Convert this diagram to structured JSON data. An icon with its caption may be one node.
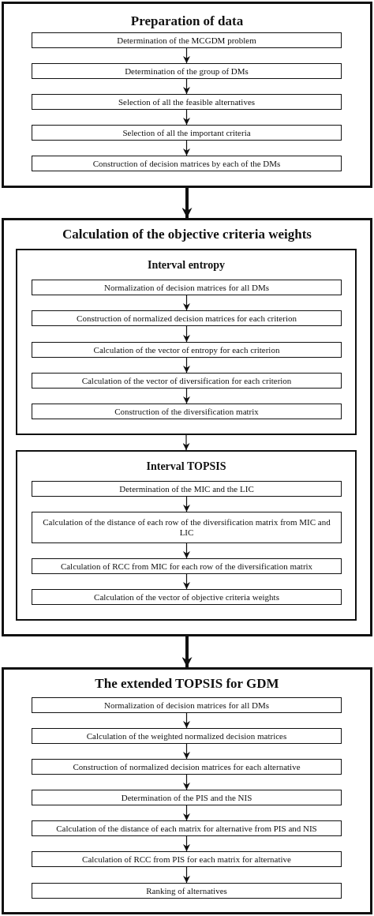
{
  "diagram": {
    "nodes": [
      {
        "text": [
          "Preparation of data"
        ]
      },
      {
        "text": [
          "Determination of the MCGDM problem"
        ],
        "in": 0
      },
      {
        "text": [
          "Determination of the group of DMs"
        ],
        "in": 0
      },
      {
        "text": [
          "Selection of all the feasible alternatives"
        ],
        "in": 0
      },
      {
        "text": [
          "Selection of all the important criteria"
        ],
        "in": 0
      },
      {
        "text": [
          "Construction of decision matrices by each of the DMs"
        ],
        "in": 0
      },
      {
        "text": [
          "Calculation of the objective criteria weights"
        ]
      },
      {
        "text": [
          "Interval entropy"
        ],
        "in": 6
      },
      {
        "text": [
          "Normalization of decision matrices for all DMs"
        ],
        "in": 7
      },
      {
        "text": [
          "Construction of normalized decision matrices for each criterion"
        ],
        "in": 7
      },
      {
        "text": [
          "Calculation of the vector of entropy for each criterion"
        ],
        "in": 7
      },
      {
        "text": [
          "Calculation of the vector of diversification for each criterion"
        ],
        "in": 7
      },
      {
        "text": [
          "Construction of the diversification matrix"
        ],
        "in": 7
      },
      {
        "text": [
          "Interval TOPSIS"
        ],
        "in": 6
      },
      {
        "text": [
          "Determination of the MIC and the LIC"
        ],
        "in": 13
      },
      {
        "text": [
          "Calculation of the distance of each row of the diversification matrix from MIC and LIC"
        ],
        "in": 13
      },
      {
        "text": [
          "Calculation of RCC from MIC for each row of the diversification matrix"
        ],
        "in": 13
      },
      {
        "text": [
          "Calculation of the vector of objective criteria weights"
        ],
        "in": 13
      },
      {
        "text": [
          "The extended TOPSIS for GDM"
        ]
      },
      {
        "text": [
          "Normalization of decision matrices for all DMs"
        ],
        "in": 18
      },
      {
        "text": [
          "Calculation of the weighted normalized decision matrices"
        ],
        "in": 18
      },
      {
        "text": [
          "Construction of normalized decision matrices for each alternative"
        ],
        "in": 18
      },
      {
        "text": [
          "Determination of the PIS and the NIS"
        ],
        "in": 18
      },
      {
        "text": [
          "Calculation of the distance of each matrix for alternative from PIS and NIS"
        ],
        "in": 18
      },
      {
        "text": [
          "Calculation of RCC from PIS for each matrix for alternative"
        ],
        "in": 18
      },
      {
        "text": [
          "Ranking of alternatives"
        ],
        "in": 18
      }
    ],
    "edges": [
      {
        "from": 1,
        "to": 2,
        "arrow": "to"
      },
      {
        "from": 2,
        "to": 3,
        "arrow": "to"
      },
      {
        "from": 3,
        "to": 4,
        "arrow": "to"
      },
      {
        "from": 4,
        "to": 5,
        "arrow": "to"
      },
      {
        "from": 0,
        "to": 6,
        "arrow": "to",
        "style": "thick"
      },
      {
        "from": 8,
        "to": 9,
        "arrow": "to"
      },
      {
        "from": 9,
        "to": 10,
        "arrow": "to"
      },
      {
        "from": 10,
        "to": 11,
        "arrow": "to"
      },
      {
        "from": 11,
        "to": 12,
        "arrow": "to"
      },
      {
        "from": 7,
        "to": 13,
        "arrow": "to"
      },
      {
        "from": 14,
        "to": 15,
        "arrow": "to"
      },
      {
        "from": 15,
        "to": 16,
        "arrow": "to"
      },
      {
        "from": 16,
        "to": 17,
        "arrow": "to"
      },
      {
        "from": 6,
        "to": 18,
        "arrow": "to",
        "style": "thick"
      },
      {
        "from": 19,
        "to": 20,
        "arrow": "to"
      },
      {
        "from": 20,
        "to": 21,
        "arrow": "to"
      },
      {
        "from": 21,
        "to": 22,
        "arrow": "to"
      },
      {
        "from": 22,
        "to": 23,
        "arrow": "to"
      },
      {
        "from": 23,
        "to": 24,
        "arrow": "to"
      },
      {
        "from": 24,
        "to": 25,
        "arrow": "to"
      }
    ]
  }
}
